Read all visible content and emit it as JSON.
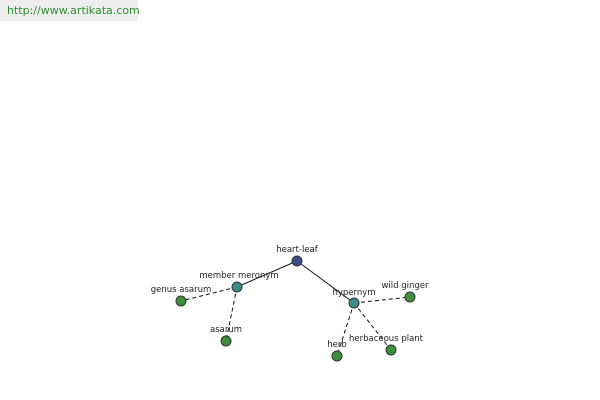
{
  "banner": {
    "url_text": "http://www.artikata.com"
  },
  "graph": {
    "nodes": [
      {
        "id": "root",
        "label": "heart-leaf",
        "kind": "root",
        "color": "#3b4b8c"
      },
      {
        "id": "meronym",
        "label": "member meronym",
        "kind": "relation",
        "color": "#3e8c8a"
      },
      {
        "id": "hypernym",
        "label": "hypernym",
        "kind": "relation",
        "color": "#3e8c8a"
      },
      {
        "id": "genus-asarum",
        "label": "genus asarum",
        "kind": "term",
        "color": "#3f8f3f"
      },
      {
        "id": "asarum",
        "label": "asarum",
        "kind": "term",
        "color": "#3f8f3f"
      },
      {
        "id": "wild-ginger",
        "label": "wild ginger",
        "kind": "term",
        "color": "#3f8f3f"
      },
      {
        "id": "herb",
        "label": "herb",
        "kind": "term",
        "color": "#3f8f3f"
      },
      {
        "id": "herbaceous-plant",
        "label": "herbaceous plant",
        "kind": "term",
        "color": "#3f8f3f"
      }
    ],
    "edges": [
      {
        "from": "root",
        "to": "meronym",
        "style": "solid"
      },
      {
        "from": "root",
        "to": "hypernym",
        "style": "solid"
      },
      {
        "from": "meronym",
        "to": "genus-asarum",
        "style": "dashed"
      },
      {
        "from": "meronym",
        "to": "asarum",
        "style": "dashed"
      },
      {
        "from": "hypernym",
        "to": "wild-ginger",
        "style": "dashed"
      },
      {
        "from": "hypernym",
        "to": "herb",
        "style": "dashed"
      },
      {
        "from": "hypernym",
        "to": "herbaceous-plant",
        "style": "dashed"
      }
    ]
  }
}
